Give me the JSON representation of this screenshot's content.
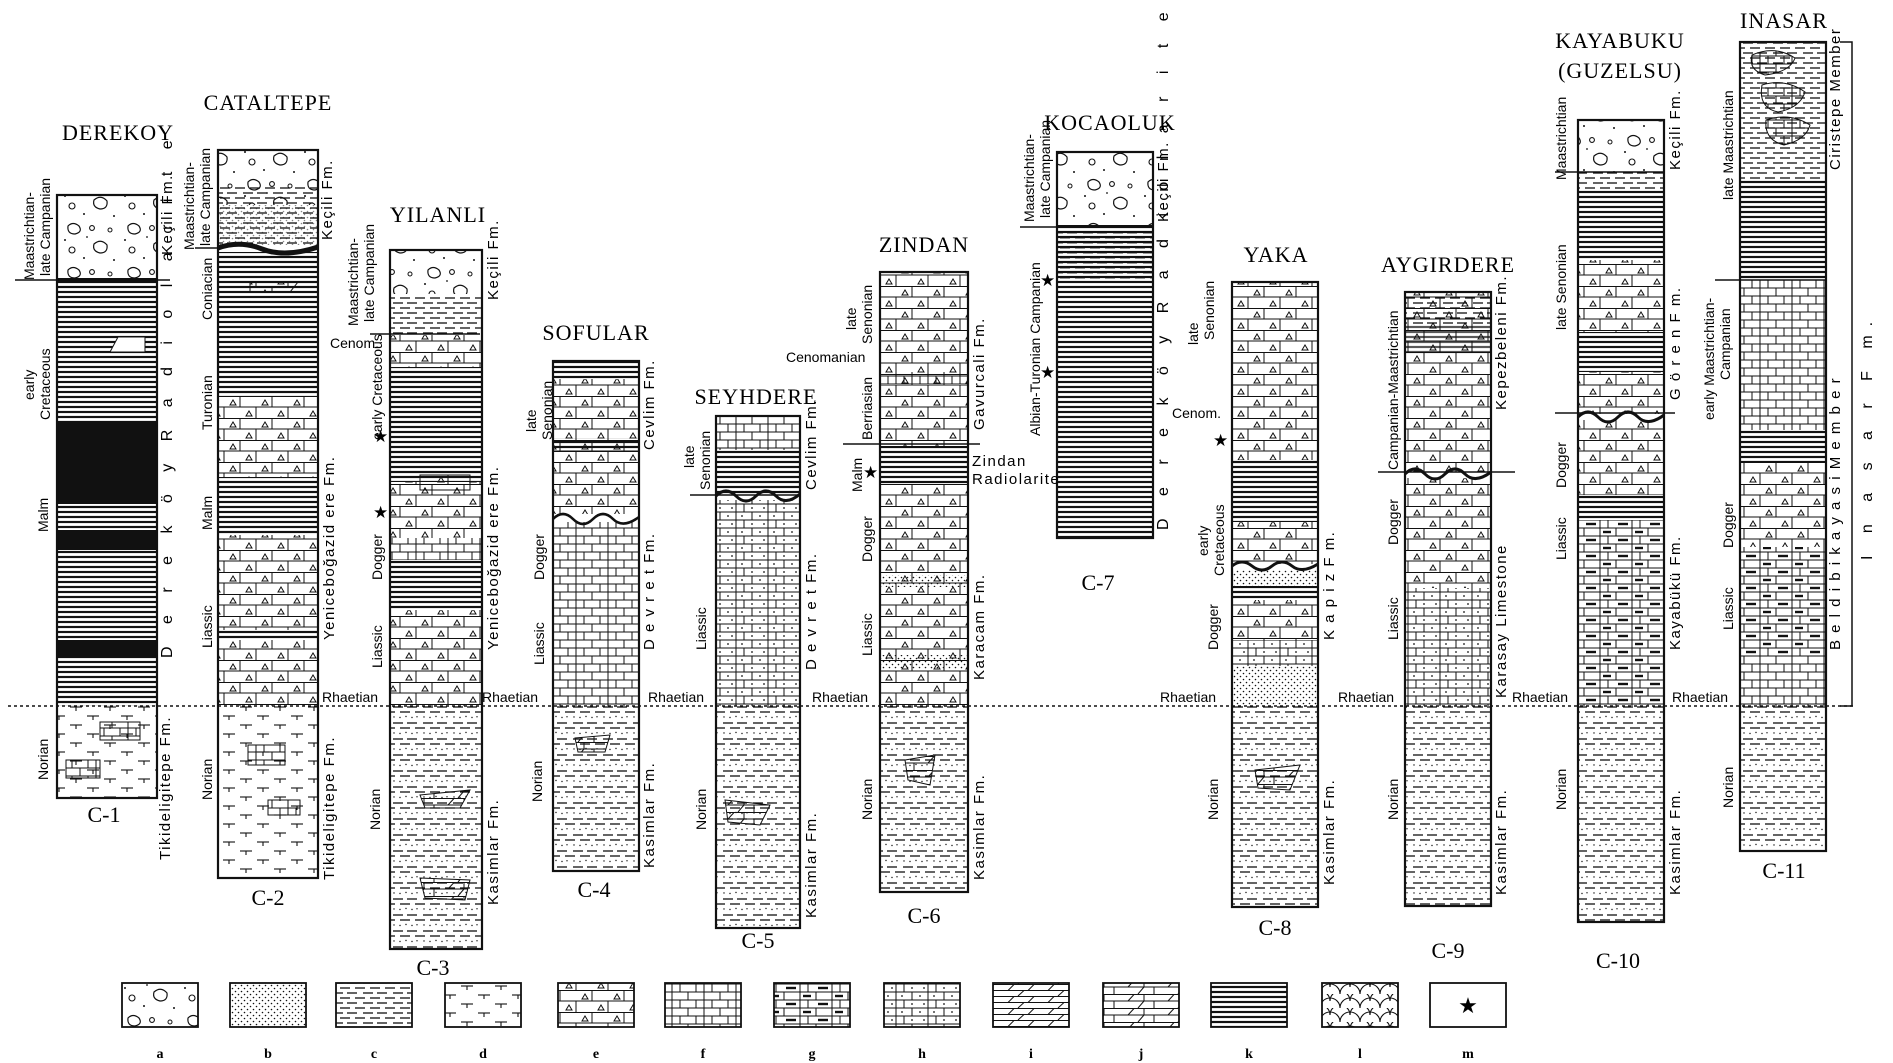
{
  "columns": [
    {
      "code": "C-1",
      "name_lines": [
        "DEREKOY"
      ],
      "ages": [
        "Maastrichtian-",
        "late Campanian",
        "early",
        "Cretaceous",
        "Malm",
        "Norian"
      ],
      "formations": [
        "Keçili Fm.",
        "D e r e k ö y   R a d i o l a r i t e",
        "Tikideligitepe Fm."
      ]
    },
    {
      "code": "C-2",
      "name_lines": [
        "CATALTEPE"
      ],
      "ages": [
        "Maastrichtian-",
        "late Campanian",
        "Coniacian",
        "Turonian",
        "Malm",
        "Liassic",
        "Norian"
      ],
      "formations": [
        "Keçili Fm.",
        "Yeniceboğazid ere  Fm.",
        "Tikideligitepe Fm."
      ]
    },
    {
      "code": "C-3",
      "name_lines": [
        "YILANLI"
      ],
      "ages": [
        "Maastrichtian-",
        "late Campanian",
        "Cenom.",
        "early Cretaceous",
        "Dogger",
        "Liassic",
        "Rhaetian",
        "Norian"
      ],
      "formations": [
        "Keçili Fm.",
        "Yeniceboğazid ere  Fm.",
        "Kasimlar  Fm."
      ]
    },
    {
      "code": "C-4",
      "name_lines": [
        "SOFULAR"
      ],
      "ages": [
        "late",
        "Senonian",
        "Dogger",
        "Liassic",
        "Rhaetian",
        "Norian"
      ],
      "formations": [
        "Cevlim Fm.",
        "D e v r e t  Fm.",
        "Kasimlar  Fm."
      ]
    },
    {
      "code": "C-5",
      "name_lines": [
        "SEYHDERE"
      ],
      "ages": [
        "late",
        "Senonian",
        "Liassic",
        "Rhaetian",
        "Norian"
      ],
      "formations": [
        "Cevlim Fm.",
        "D e v r e t  Fm.",
        "Kasimlar  Fm."
      ]
    },
    {
      "code": "C-6",
      "name_lines": [
        "ZINDAN"
      ],
      "ages": [
        "late",
        "Senonian",
        "Cenomanian",
        "Berriasian",
        "Malm",
        "Dogger",
        "Liassic",
        "Rhaetian",
        "Norian"
      ],
      "formations": [
        "Gavurcali  Fm.",
        "Zindan",
        "Radiolarite",
        "Karacam  Fm.",
        "Kasimlar  Fm."
      ]
    },
    {
      "code": "C-7",
      "name_lines": [
        "KOCAOLUK"
      ],
      "ages": [
        "Maastrichtian-",
        "late Campanian",
        "Albian-Turonian Campanian"
      ],
      "formations": [
        "Keçili Fm.",
        "D e r e k ö y   R a d i o l a r i t e"
      ]
    },
    {
      "code": "C-8",
      "name_lines": [
        "YAKA"
      ],
      "ages": [
        "late",
        "Senonian",
        "Cenom.",
        "early",
        "Cretaceous",
        "Dogger",
        "Rhaetian",
        "Norian"
      ],
      "formations": [
        "K a p i z   F m.",
        "Kasimlar  Fm."
      ]
    },
    {
      "code": "C-9",
      "name_lines": [
        "AYGIRDERE"
      ],
      "ages": [
        "Campanian-Maastrichtian",
        "Dogger",
        "Liassic",
        "Rhaetian",
        "Norian"
      ],
      "formations": [
        "Kepezbeleni Fm.",
        "Karasay Limestone",
        "Kasimlar  Fm."
      ]
    },
    {
      "code": "C-10",
      "name_lines": [
        "KAYABUKU",
        "(GUZELSU)"
      ],
      "ages": [
        "Maastrichtian",
        "late Senonian",
        "Dogger",
        "Liassic",
        "Rhaetian",
        "Norian"
      ],
      "formations": [
        "Keçili Fm.",
        "G ö r e n   F m.",
        "Kayabükü  Fm.",
        "Kasimlar  Fm."
      ]
    },
    {
      "code": "C-11",
      "name_lines": [
        "INASAR"
      ],
      "ages": [
        "late Maastrichtian",
        "early Maastrichtian-",
        "Campanian",
        "Dogger",
        "Liassic",
        "Rhaetian",
        "Norian"
      ],
      "formations": [
        "Ciristepe Member",
        "B e l d i b i k a y a s i   M e m b e r",
        "I n a s a r   F m."
      ]
    }
  ],
  "legend": {
    "letters": [
      "a",
      "b",
      "c",
      "d",
      "e",
      "f",
      "g",
      "h",
      "i",
      "j",
      "k",
      "l",
      "m"
    ],
    "symbols": [
      "conglomerate",
      "sandstone",
      "shale",
      "marl",
      "cherty-limestone",
      "limestone",
      "clayey-limestone",
      "sandy-limestone",
      "dolomite",
      "dolomitic-limestone",
      "radiolarite",
      "olistostrome",
      "fossil-locality-star"
    ]
  }
}
